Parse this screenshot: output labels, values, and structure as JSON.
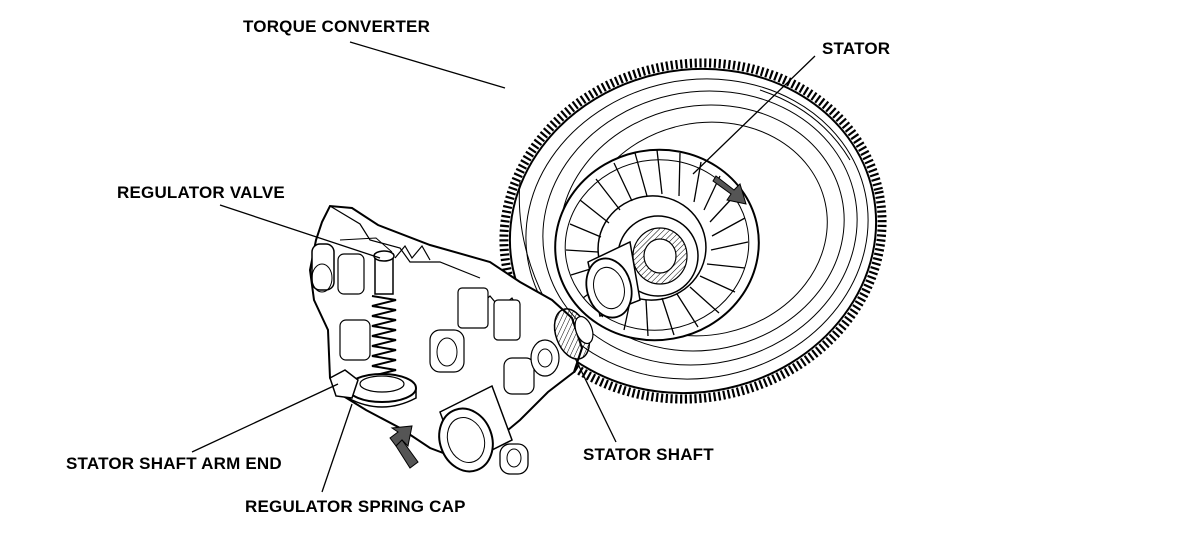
{
  "labels": {
    "torque_converter": "TORQUE CONVERTER",
    "stator": "STATOR",
    "regulator_valve": "REGULATOR VALVE",
    "stator_shaft_arm_end": "STATOR SHAFT ARM END",
    "stator_shaft": "STATOR SHAFT",
    "regulator_spring_cap": "REGULATOR SPRING CAP"
  },
  "colors": {
    "ink": "#000000",
    "fill_light": "#ffffff",
    "fill_shade": "#e6e6e6",
    "arrow_fill": "#555555"
  },
  "icons": {
    "arrow_stator": "direction-arrow-icon",
    "arrow_housing": "direction-arrow-icon"
  }
}
